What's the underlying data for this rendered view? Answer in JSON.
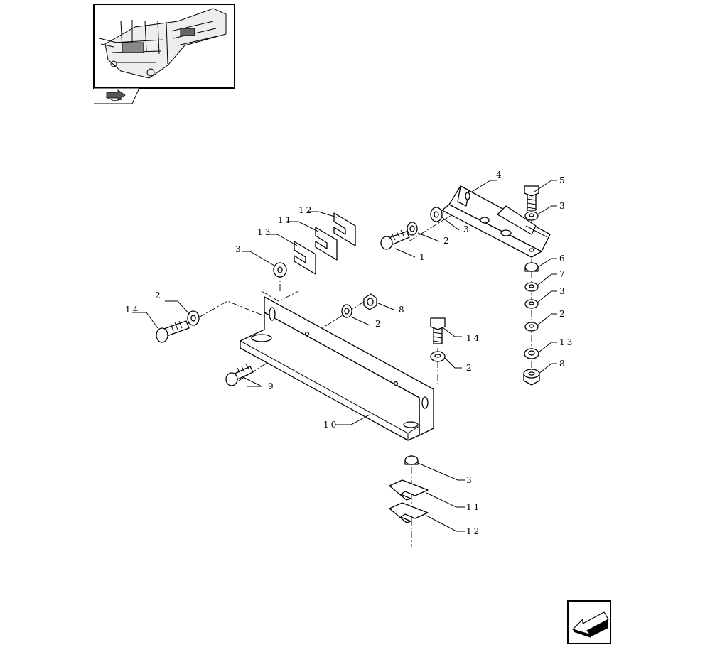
{
  "thumbnail": {
    "icon": "tractor-frame-thumbnail",
    "badge_icon": "book-arrow-icon"
  },
  "nav": {
    "icon": "next-page-arrow-icon"
  },
  "callouts": {
    "c1": "1",
    "c2a": "2",
    "c2b": "2",
    "c2c": "2",
    "c2d": "2",
    "c2e": "2",
    "c3a": "3",
    "c3b": "3",
    "c3c": "3",
    "c3d": "3",
    "c3e": "3",
    "c4": "4",
    "c5": "5",
    "c6": "6",
    "c7": "7",
    "c8a": "8",
    "c8b": "8",
    "c9": "9",
    "c10": "10",
    "c11a": "11",
    "c11b": "11",
    "c12a": "12",
    "c12b": "12",
    "c13a": "13",
    "c13b": "13",
    "c14a": "14",
    "c14b": "14"
  }
}
